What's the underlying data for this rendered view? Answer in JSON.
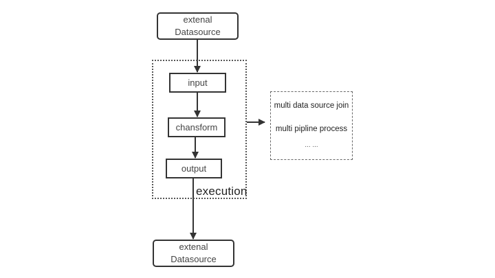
{
  "diagram": {
    "nodes": {
      "source": {
        "line1": "extenal",
        "line2": "Datasource"
      },
      "input": {
        "label": "input"
      },
      "transform": {
        "label": "chansform"
      },
      "output": {
        "label": "output"
      },
      "sink": {
        "line1": "extenal",
        "line2": "Datasource"
      }
    },
    "group": {
      "label": "execution"
    },
    "notes": {
      "items": [
        "multi data source join",
        "multi pipline process",
        "... ..."
      ]
    },
    "edges": [
      {
        "from": "source",
        "to": "input"
      },
      {
        "from": "input",
        "to": "transform"
      },
      {
        "from": "transform",
        "to": "output"
      },
      {
        "from": "output",
        "to": "sink"
      },
      {
        "from": "group",
        "to": "notes"
      }
    ],
    "colors": {
      "stroke": "#333333",
      "background": "#ffffff"
    }
  }
}
